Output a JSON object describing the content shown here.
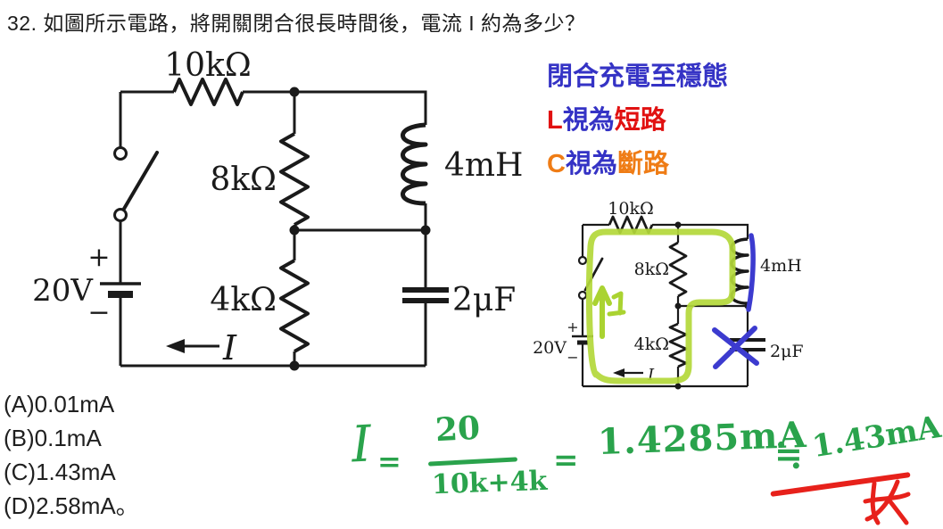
{
  "question": {
    "text": "32. 如圖所示電路，將開關閉合很長時間後，電流 I 約為多少？"
  },
  "main_circuit": {
    "labels": {
      "r1": "10kΩ",
      "r2": "8kΩ",
      "ind": "4mH",
      "r3": "4kΩ",
      "cap": "2μF",
      "source": "20V",
      "plus": "+",
      "minus": "−",
      "current": "I"
    }
  },
  "notes": {
    "line1": "閉合充電至穩態",
    "line2": {
      "lead": "L",
      "mid": "視為",
      "tail": "短路"
    },
    "line3": {
      "lead": "C",
      "mid": "視為",
      "tail": "斷路"
    }
  },
  "small_circuit": {
    "labels": {
      "r1": "10kΩ",
      "r2": "8kΩ",
      "ind": "4mH",
      "r3": "4kΩ",
      "cap": "2μF",
      "source": "20V",
      "plus": "+",
      "minus": "−",
      "current": "I"
    },
    "annotations": {
      "loop_icon": "green-highlighter-loop",
      "arrow_icon": "green-up-arrow-with-hook",
      "inductor_mark_icon": "blue-short-circuit-line",
      "capacitor_mark_icon": "blue-x-cross"
    }
  },
  "options": [
    "(A)0.01mA",
    "(B)0.1mA",
    "(C)1.43mA",
    "(D)2.58mA。"
  ],
  "solution": {
    "lhs": "I",
    "equals1": "=",
    "numerator": "20",
    "denominator": "10k+4k",
    "equals2": "=",
    "result": "1.4285mA",
    "approx": "≒",
    "final": "1.43mA",
    "final_mark_icon": "red-star-scribble"
  },
  "colors": {
    "note_blue": "#3533c5",
    "note_red": "#e11111",
    "note_orange": "#ef7c15",
    "marker_green": "#b3d83a",
    "marker_blue": "#3c3bcf",
    "pen_green": "#2aa34c",
    "pen_red": "#e7211b",
    "ink": "#1a1a1a"
  }
}
